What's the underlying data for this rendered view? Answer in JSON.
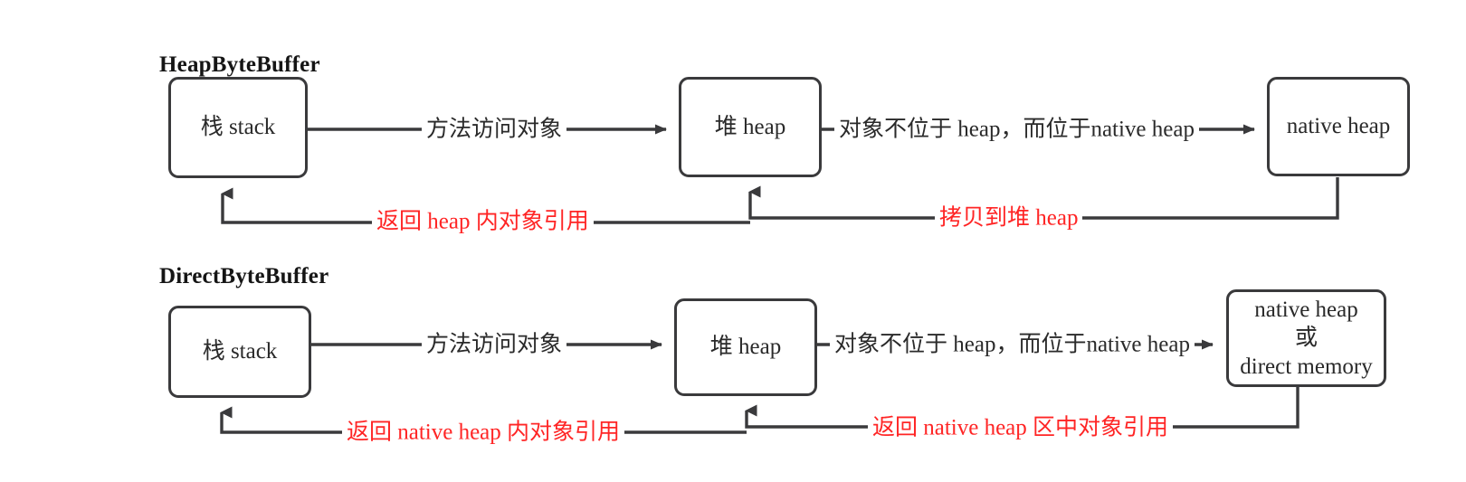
{
  "diagram": {
    "title_top": "HeapByteBuffer",
    "title_bottom": "DirectByteBuffer",
    "colors": {
      "stroke": "#3a3a3c",
      "text": "#2a2a2a",
      "accent_red": "#ff2525",
      "background": "#ffffff"
    }
  },
  "top_row": {
    "title": "HeapByteBuffer",
    "boxes": {
      "stack": "栈 stack",
      "heap": "堆 heap",
      "native": "native heap"
    },
    "labels": {
      "stack_to_heap": "方法访问对象",
      "heap_to_native": "对象不位于 heap，而位于native heap",
      "heap_to_stack_return": "返回 heap 内对象引用",
      "native_to_heap_copy": "拷贝到堆 heap"
    }
  },
  "bottom_row": {
    "title": "DirectByteBuffer",
    "boxes": {
      "stack": "栈 stack",
      "heap": "堆 heap",
      "native_line1": "native heap",
      "native_line2": "或",
      "native_line3": "direct memory"
    },
    "labels": {
      "stack_to_heap": "方法访问对象",
      "heap_to_native": "对象不位于 heap，而位于native heap",
      "heap_to_stack_return": "返回 native heap 内对象引用",
      "native_to_heap_return": "返回 native heap 区中对象引用"
    }
  }
}
